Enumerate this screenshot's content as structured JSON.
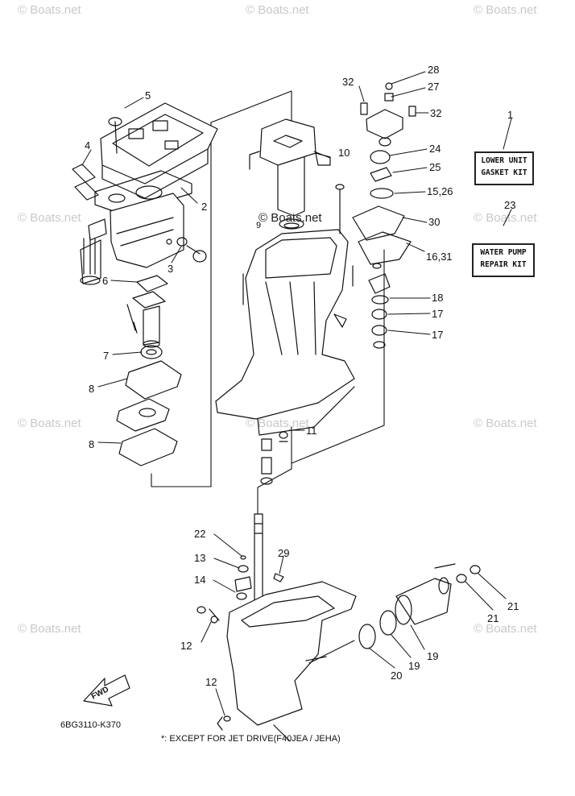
{
  "watermark": "© Boats.net",
  "watermark_center": "© Boats.net",
  "part_numbers": {
    "n1": "1",
    "n2": "2",
    "n3": "3",
    "n4": "4",
    "n5": "5",
    "n6": "6",
    "n7": "7",
    "n8a": "8",
    "n8b": "8",
    "n9": "9",
    "n10": "10",
    "n11": "11",
    "n12a": "12",
    "n12b": "12",
    "n13": "13",
    "n14": "14",
    "n1526": "15,26",
    "n1631": "16,31",
    "n17a": "17",
    "n17b": "17",
    "n18": "18",
    "n19a": "19",
    "n19b": "19",
    "n20": "20",
    "n21a": "21",
    "n21b": "21",
    "n22": "22",
    "n23": "23",
    "n24": "24",
    "n25": "25",
    "n27": "27",
    "n28": "28",
    "n29": "29",
    "n30": "30",
    "n32a": "32",
    "n32b": "32"
  },
  "kits": {
    "lower_unit": {
      "line1": "LOWER UNIT",
      "line2": "GASKET KIT"
    },
    "water_pump": {
      "line1": "WATER PUMP",
      "line2": "REPAIR KIT"
    }
  },
  "fwd": "FWD",
  "diagram_code": "6BG3110-K370",
  "footnote": "*: EXCEPT FOR JET DRIVE(F40JEA / JEHA)"
}
